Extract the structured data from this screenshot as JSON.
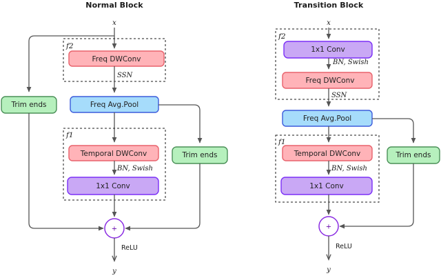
{
  "figure": {
    "background": "#ffffff",
    "panels": [
      {
        "id": "normal-block",
        "title": "Normal Block",
        "input_label": "x",
        "output_label": "y",
        "groups": [
          {
            "id": "f2",
            "label": "f2"
          },
          {
            "id": "f1",
            "label": "f1"
          }
        ],
        "nodes": [
          {
            "id": "trim-ends-left",
            "label": "Trim ends",
            "kind": "trim"
          },
          {
            "id": "freq-dwconv",
            "label": "Freq DWConv",
            "kind": "freq-conv"
          },
          {
            "id": "freq-avg-pool",
            "label": "Freq Avg.Pool",
            "kind": "pool"
          },
          {
            "id": "temporal-dwconv",
            "label": "Temporal  DWConv",
            "kind": "temporal-conv"
          },
          {
            "id": "conv-1x1",
            "label": "1x1 Conv",
            "kind": "pointwise-conv"
          },
          {
            "id": "trim-ends-right",
            "label": "Trim ends",
            "kind": "trim"
          }
        ],
        "edge_labels": [
          {
            "id": "ssn",
            "label": "SSN"
          },
          {
            "id": "bn-swish",
            "label": "BN, Swish"
          },
          {
            "id": "relu",
            "label": "ReLU"
          }
        ],
        "sum_symbol": "+"
      },
      {
        "id": "transition-block",
        "title": "Transition Block",
        "input_label": "x",
        "output_label": "y",
        "groups": [
          {
            "id": "f2",
            "label": "f2"
          },
          {
            "id": "f1",
            "label": "f1"
          }
        ],
        "nodes": [
          {
            "id": "conv-1x1-top",
            "label": "1x1 Conv",
            "kind": "pointwise-conv"
          },
          {
            "id": "freq-dwconv",
            "label": "Freq DWConv",
            "kind": "freq-conv"
          },
          {
            "id": "freq-avg-pool",
            "label": "Freq Avg.Pool",
            "kind": "pool"
          },
          {
            "id": "temporal-dwconv",
            "label": "Temporal  DWConv",
            "kind": "temporal-conv"
          },
          {
            "id": "conv-1x1-bottom",
            "label": "1x1 Conv",
            "kind": "pointwise-conv"
          },
          {
            "id": "trim-ends",
            "label": "Trim ends",
            "kind": "trim"
          }
        ],
        "edge_labels": [
          {
            "id": "bn-swish-top",
            "label": "BN, Swish"
          },
          {
            "id": "ssn",
            "label": "SSN"
          },
          {
            "id": "bn-swish-bottom",
            "label": "BN, Swish"
          },
          {
            "id": "relu",
            "label": "ReLU"
          }
        ],
        "sum_symbol": "+"
      }
    ]
  },
  "colors": {
    "freq_conv_fill": "#ffb3b8",
    "freq_conv_stroke": "#e8626c",
    "temporal_conv_fill": "#ffb3b8",
    "temporal_conv_stroke": "#e8626c",
    "pointwise_fill": "#c9a8f5",
    "pointwise_stroke": "#7b2ff7",
    "pool_fill": "#a6dcfb",
    "pool_stroke": "#3b5bdb",
    "trim_fill": "#b6f0bd",
    "trim_stroke": "#4a8f57",
    "sum_stroke": "#8a2be2",
    "line": "#555555",
    "group_dash": "#1a1a1a",
    "text": "#1a1a1a"
  }
}
